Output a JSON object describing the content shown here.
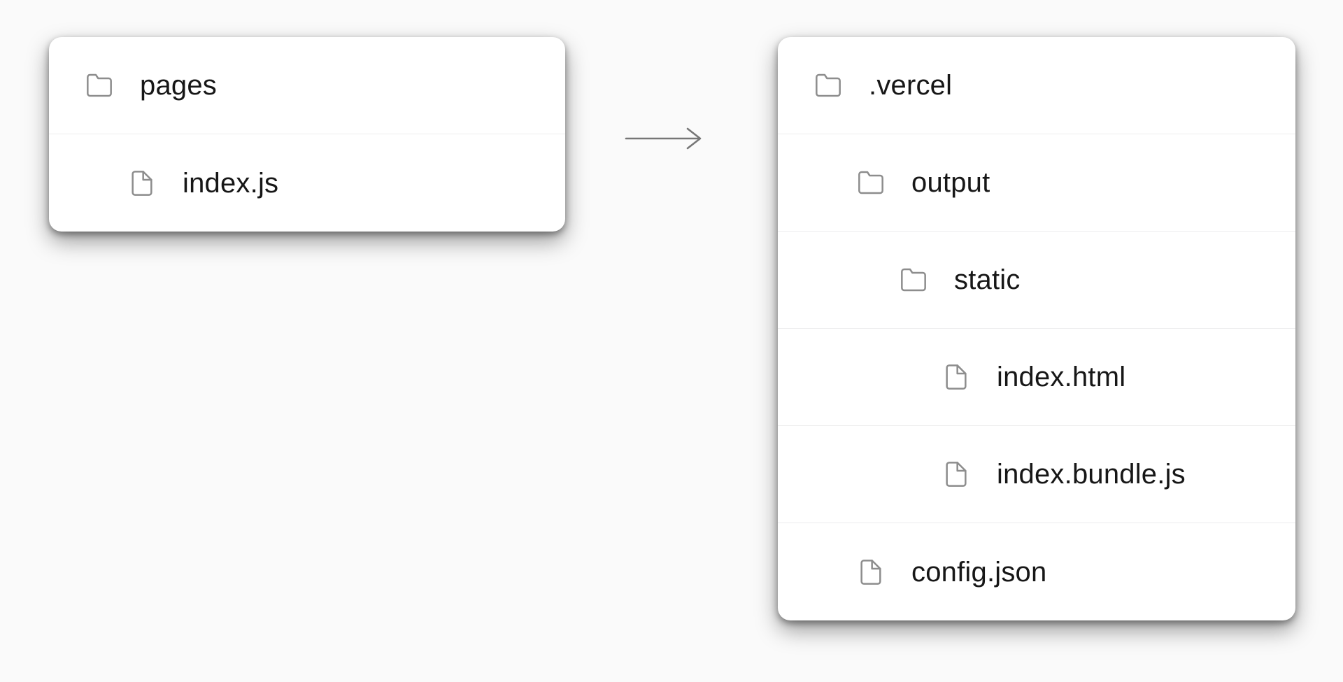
{
  "colors": {
    "background": "#fafafa",
    "panel_bg": "#ffffff",
    "divider": "#ededee",
    "text": "#171717",
    "icon": "#8d8d8d",
    "arrow": "#767676"
  },
  "arrow": {
    "icon": "arrow-right-icon"
  },
  "panels": {
    "left": {
      "name": "source-file-tree",
      "rows": [
        {
          "label": "pages",
          "type": "folder",
          "icon": "folder-icon",
          "indent": 0
        },
        {
          "label": "index.js",
          "type": "file",
          "icon": "file-icon",
          "indent": 1
        }
      ]
    },
    "right": {
      "name": "output-file-tree",
      "rows": [
        {
          "label": ".vercel",
          "type": "folder",
          "icon": "folder-icon",
          "indent": 0
        },
        {
          "label": "output",
          "type": "folder",
          "icon": "folder-icon",
          "indent": 1
        },
        {
          "label": "static",
          "type": "folder",
          "icon": "folder-icon",
          "indent": 2
        },
        {
          "label": "index.html",
          "type": "file",
          "icon": "file-icon",
          "indent": 3
        },
        {
          "label": "index.bundle.js",
          "type": "file",
          "icon": "file-icon",
          "indent": 3
        },
        {
          "label": "config.json",
          "type": "file",
          "icon": "file-icon",
          "indent": 1
        }
      ]
    }
  }
}
